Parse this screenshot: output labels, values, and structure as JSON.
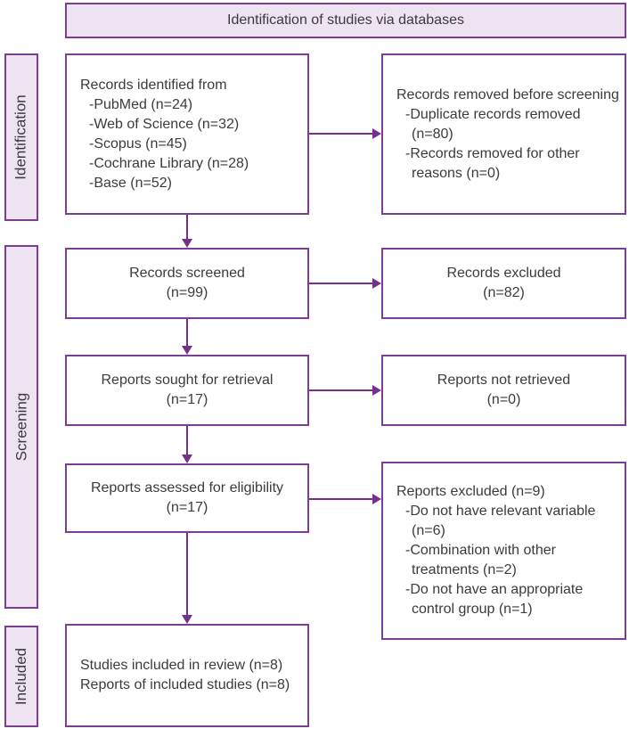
{
  "colors": {
    "border": "#7C3E95",
    "arrow": "#73308C",
    "panel-fill": "#EDE3F1",
    "text": "#3B3B3B"
  },
  "header": {
    "label": "Identification of studies via databases"
  },
  "sidebar": {
    "identification": "Identification",
    "screening": "Screening",
    "included": "Included"
  },
  "boxes": {
    "identified": {
      "lines": [
        "Records identified from",
        "-PubMed (n=24)",
        "-Web of Science (n=32)",
        "-Scopus (n=45)",
        "-Cochrane Library (n=28)",
        "-Base (n=52)"
      ]
    },
    "removed": {
      "lines": [
        "Records removed before screening",
        "-Duplicate records removed",
        "(n=80)",
        "-Records removed for other",
        "reasons (n=0)"
      ]
    },
    "screened": {
      "lines": [
        "Records screened",
        "(n=99)"
      ]
    },
    "records_excluded": {
      "lines": [
        "Records excluded",
        "(n=82)"
      ]
    },
    "sought": {
      "lines": [
        "Reports sought for retrieval",
        "(n=17)"
      ]
    },
    "not_retrieved": {
      "lines": [
        "Reports not retrieved",
        "(n=0)"
      ]
    },
    "assessed": {
      "lines": [
        "Reports assessed for eligibility",
        "(n=17)"
      ]
    },
    "reports_excluded": {
      "lines": [
        "Reports excluded (n=9)",
        "-Do not have relevant variable",
        "(n=6)",
        "-Combination with other",
        "treatments (n=2)",
        "-Do not have an appropriate",
        "control group (n=1)"
      ]
    },
    "included": {
      "lines": [
        "Studies included in review (n=8)",
        "Reports of included studies (n=8)"
      ]
    }
  }
}
